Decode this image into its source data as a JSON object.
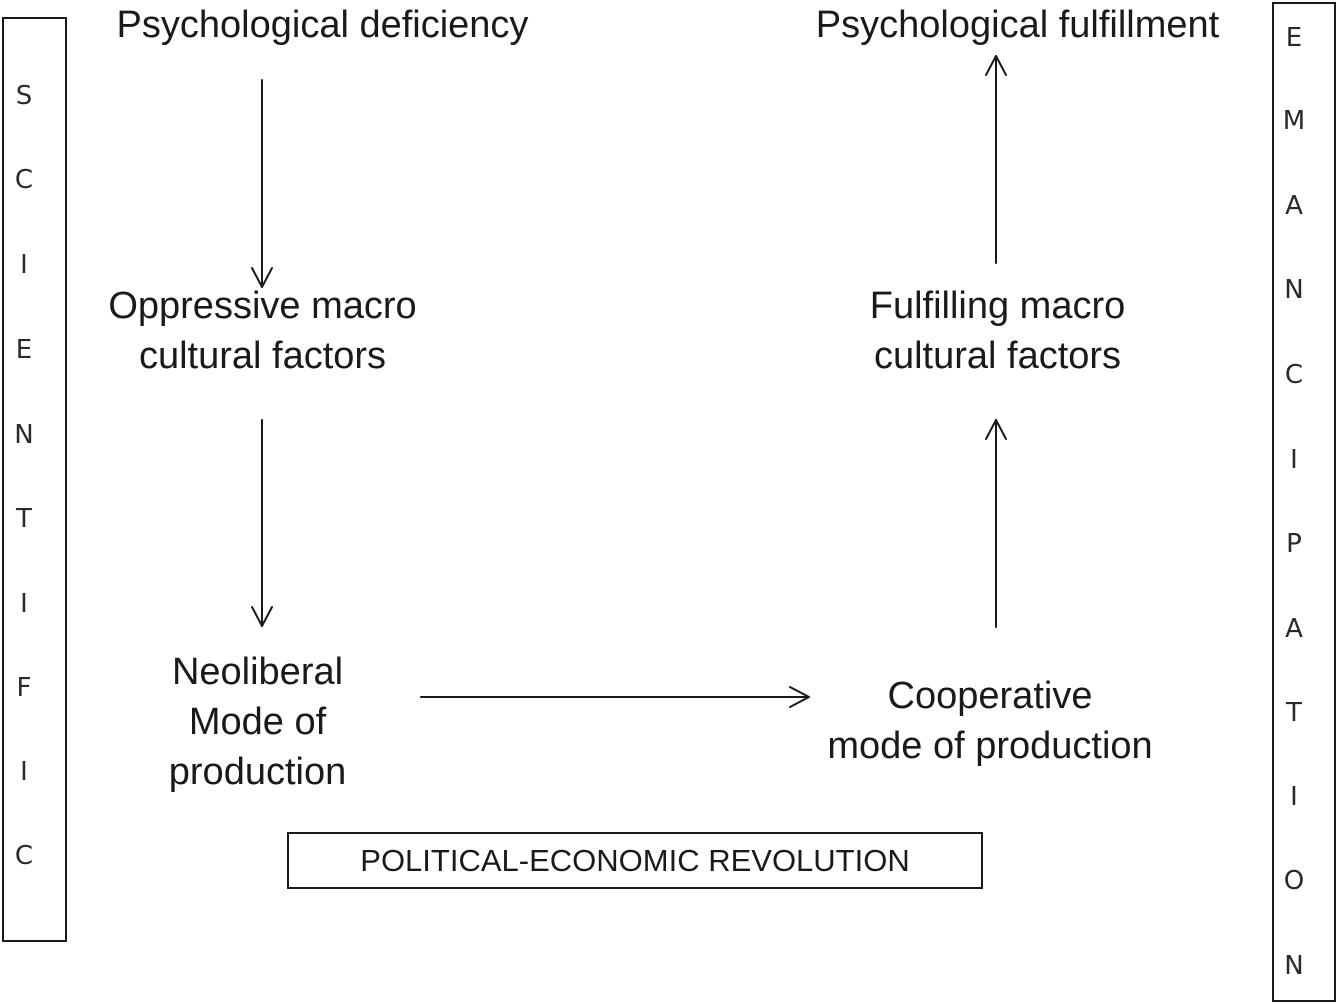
{
  "left_panel": {
    "letters": [
      "S",
      "C",
      "I",
      "E",
      "N",
      "T",
      "I",
      "F",
      "I",
      "C"
    ]
  },
  "right_panel": {
    "letters": [
      "E",
      "M",
      "A",
      "N",
      "C",
      "I",
      "P",
      "A",
      "T",
      "I",
      "O",
      "N"
    ]
  },
  "nodes": {
    "psychological_deficiency": "Psychological deficiency",
    "psychological_fulfillment": "Psychological fulfillment",
    "oppressive_line1": "Oppressive macro",
    "oppressive_line2": "cultural factors",
    "fulfilling_line1": "Fulfilling macro",
    "fulfilling_line2": "cultural factors",
    "neoliberal_line1": "Neoliberal",
    "neoliberal_line2": "Mode of",
    "neoliberal_line3": "production",
    "cooperative_line1": "Cooperative",
    "cooperative_line2": "mode of production"
  },
  "revolution_label": "POLITICAL-ECONOMIC REVOLUTION"
}
